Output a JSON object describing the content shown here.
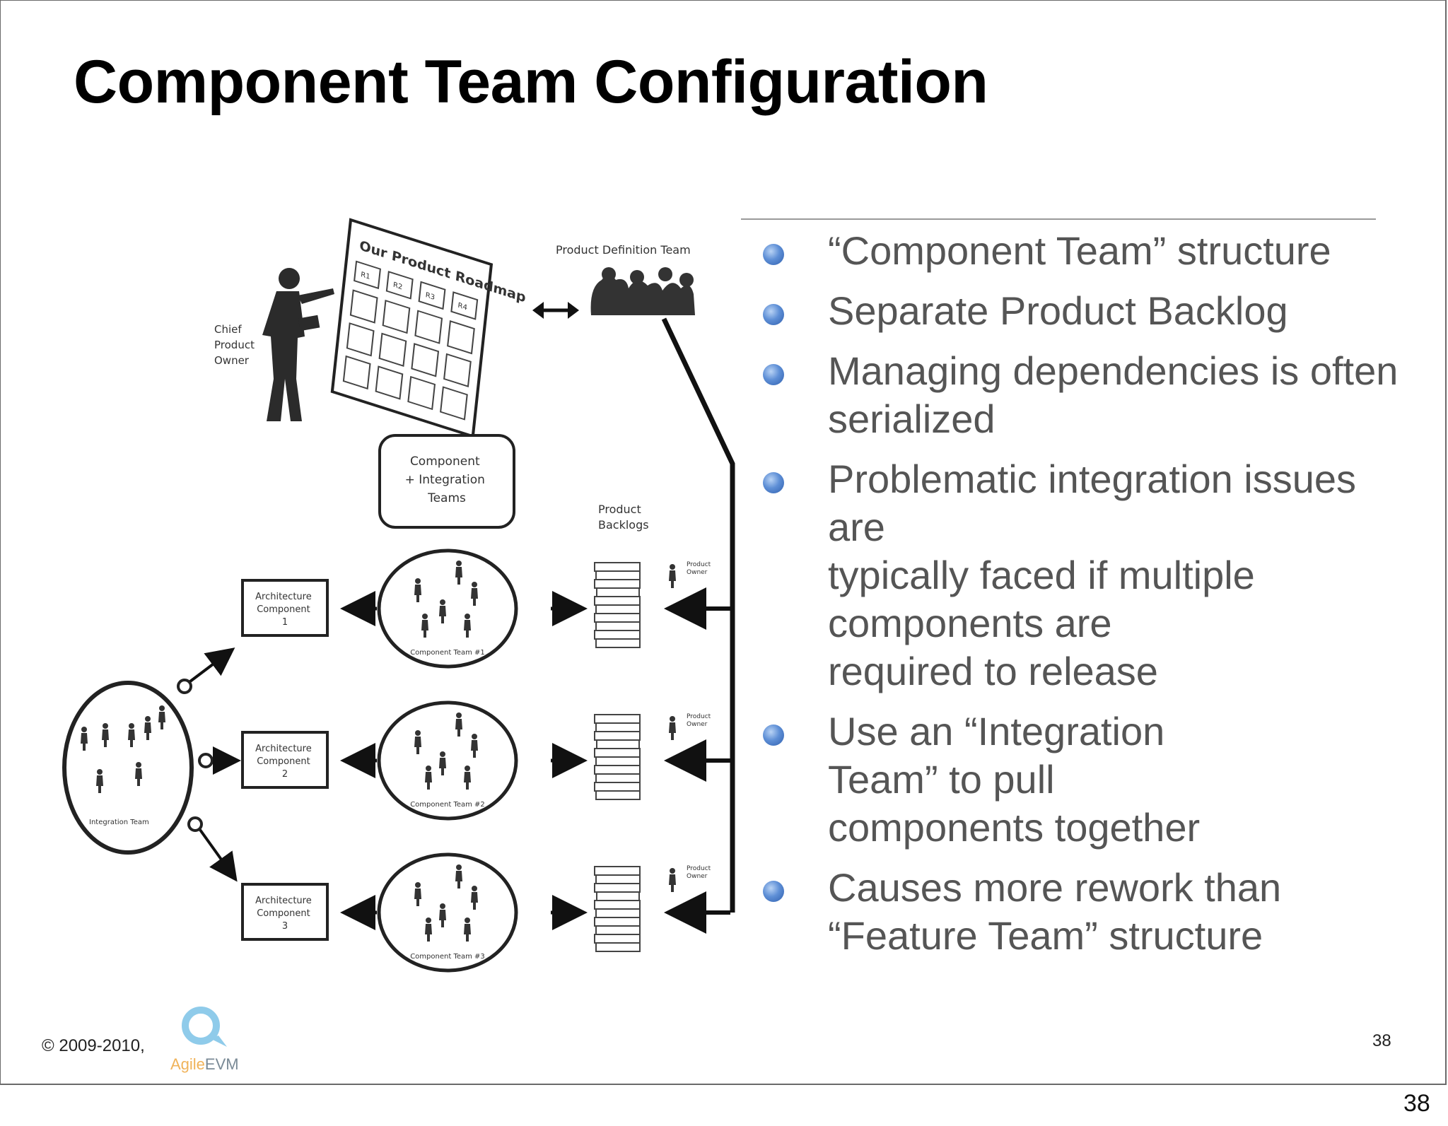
{
  "slide": {
    "title": "Component Team Configuration",
    "bullets": [
      {
        "lines": [
          "“Component Team” structure"
        ]
      },
      {
        "lines": [
          "Separate Product Backlog"
        ]
      },
      {
        "lines": [
          "Managing dependencies is often",
          "serialized"
        ]
      },
      {
        "lines": [
          "Problematic integration issues",
          "are",
          "typically faced if multiple",
          "components are",
          "required to release"
        ]
      },
      {
        "lines": [
          "Use an “Integration",
          "Team” to pull",
          "components together"
        ]
      },
      {
        "lines": [
          "Causes more rework than",
          "“Feature Team” structure"
        ]
      }
    ],
    "copyright": "© 2009-2010,",
    "logo_text_a": "Agile",
    "logo_text_b": "EVM",
    "inner_page_number": "38"
  },
  "page_number": "38",
  "diagram": {
    "roadmap_title": "Our Product Roadmap",
    "roadmap_columns": [
      "R1",
      "R2",
      "R3",
      "R4"
    ],
    "chief_label": [
      "Chief",
      "Product",
      "Owner"
    ],
    "product_definition_team": "Product Definition Team",
    "component_integration": [
      "Component",
      "+ Integration",
      "Teams"
    ],
    "product_backlogs": [
      "Product",
      "Backlogs"
    ],
    "product_owner": [
      "Product",
      "Owner"
    ],
    "architecture_components": [
      [
        "Architecture",
        "Component",
        "1"
      ],
      [
        "Architecture",
        "Component",
        "2"
      ],
      [
        "Architecture",
        "Component",
        "3"
      ]
    ],
    "component_teams": [
      "Component Team #1",
      "Component Team #2",
      "Component Team #3"
    ],
    "integration_team": "Integration Team"
  },
  "colors": {
    "bullet": "#4a7cc6",
    "text": "#555555",
    "logo": "#7cc3e8"
  }
}
